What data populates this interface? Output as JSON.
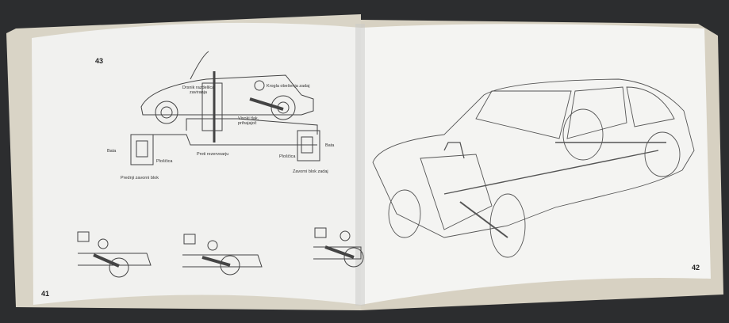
{
  "left_page": {
    "figure_number": "43",
    "page_number": "41",
    "labels": {
      "slide": "Drsnik razdelilca zaviranja",
      "sphere": "Krogla obešenja zadaj",
      "high_pressure": "Visoki tlak, prihajajoč",
      "to_reservoir": "Proti rezervoarju",
      "piston_left": "Bata",
      "pad_left": "Ploščica",
      "front_block": "Prednji zavorni blok",
      "piston_right": "Bata",
      "pad_right": "Ploščica",
      "rear_block": "Zavorni blok zadaj"
    }
  },
  "right_page": {
    "page_number": "42"
  },
  "colors": {
    "background": "#2c2d2f",
    "paper": "#f3f3f1",
    "ink": "#333333"
  }
}
